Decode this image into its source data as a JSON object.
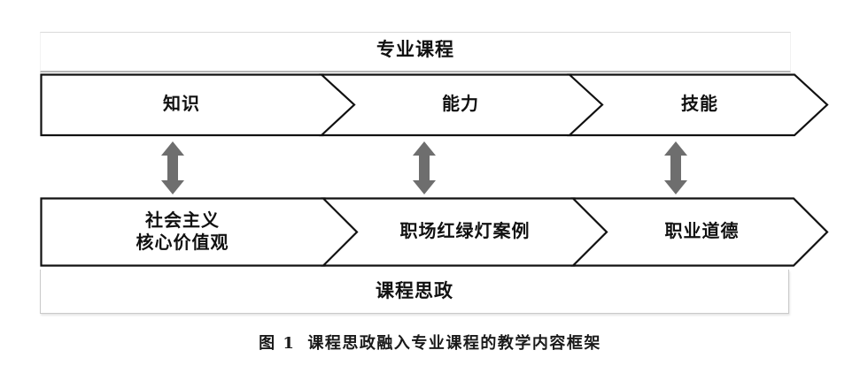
{
  "figure": {
    "caption_label": "图 1",
    "caption_text": "课程思政融入专业课程的教学内容框架",
    "top_band_label": "专业课程",
    "bottom_band_label": "课程思政",
    "colors": {
      "outline": "#111111",
      "band_border": "#c9c9c9",
      "connector_arrow": "#6e6e6e",
      "background": "#ffffff"
    },
    "top_row": {
      "name": "专业课程",
      "segments": [
        {
          "label_lines": [
            "知识"
          ]
        },
        {
          "label_lines": [
            "能力"
          ]
        },
        {
          "label_lines": [
            "技能"
          ]
        }
      ]
    },
    "bottom_row": {
      "name": "课程思政",
      "segments": [
        {
          "label_lines": [
            "社会主义",
            "核心价值观"
          ]
        },
        {
          "label_lines": [
            "职场红绿灯案例"
          ]
        },
        {
          "label_lines": [
            "职业道德"
          ]
        }
      ]
    },
    "connectors": [
      {
        "icon": "double-arrow-vertical-icon",
        "links": [
          "知识",
          "社会主义核心价值观"
        ]
      },
      {
        "icon": "double-arrow-vertical-icon",
        "links": [
          "能力",
          "职场红绿灯案例"
        ]
      },
      {
        "icon": "double-arrow-vertical-icon",
        "links": [
          "技能",
          "职业道德"
        ]
      }
    ]
  }
}
